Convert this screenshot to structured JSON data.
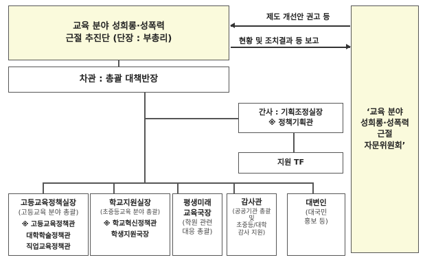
{
  "task_force": {
    "line1": "교육 분야 성희롱·성폭력",
    "line2": "근절 추진단 (단장 : 부총리)"
  },
  "advisory": {
    "line1": "‘교육 분야",
    "line2": "성희롱·성폭력",
    "line3": "근절",
    "line4": "자문위원회’"
  },
  "arrows": {
    "recommend": "제도 개선안 권고 등",
    "report": "현황 및 조치결과 등 보고"
  },
  "vice": "차관 : 총괄 대책반장",
  "secretary": {
    "line1": "간사 : 기획조정실장",
    "line2": "※ 정책기획관"
  },
  "support": "지원 TF",
  "units": [
    {
      "title": "고등교육정책실장",
      "sub": "(고등교육 분야 총괄)",
      "notes": [
        "※ 고등교육정책관",
        "대학학술정책관",
        "직업교육정책관"
      ]
    },
    {
      "title": "학교지원실장",
      "sub": "(초중등교육 분야 총괄)",
      "notes": [
        "※ 학교혁신정책관",
        "학생지원국장"
      ]
    },
    {
      "title1": "평생미래",
      "title2": "교육국장",
      "sub1": "(학원 관련",
      "sub2": "대응 총괄)"
    },
    {
      "title": "감사관",
      "sub1": "(공공기관 총괄",
      "sub2": "및",
      "sub3": "초중등/대학",
      "sub4": "감사 지원)"
    },
    {
      "title": "대변인",
      "sub1": "(대국민",
      "sub2": "홍보 등)"
    }
  ]
}
